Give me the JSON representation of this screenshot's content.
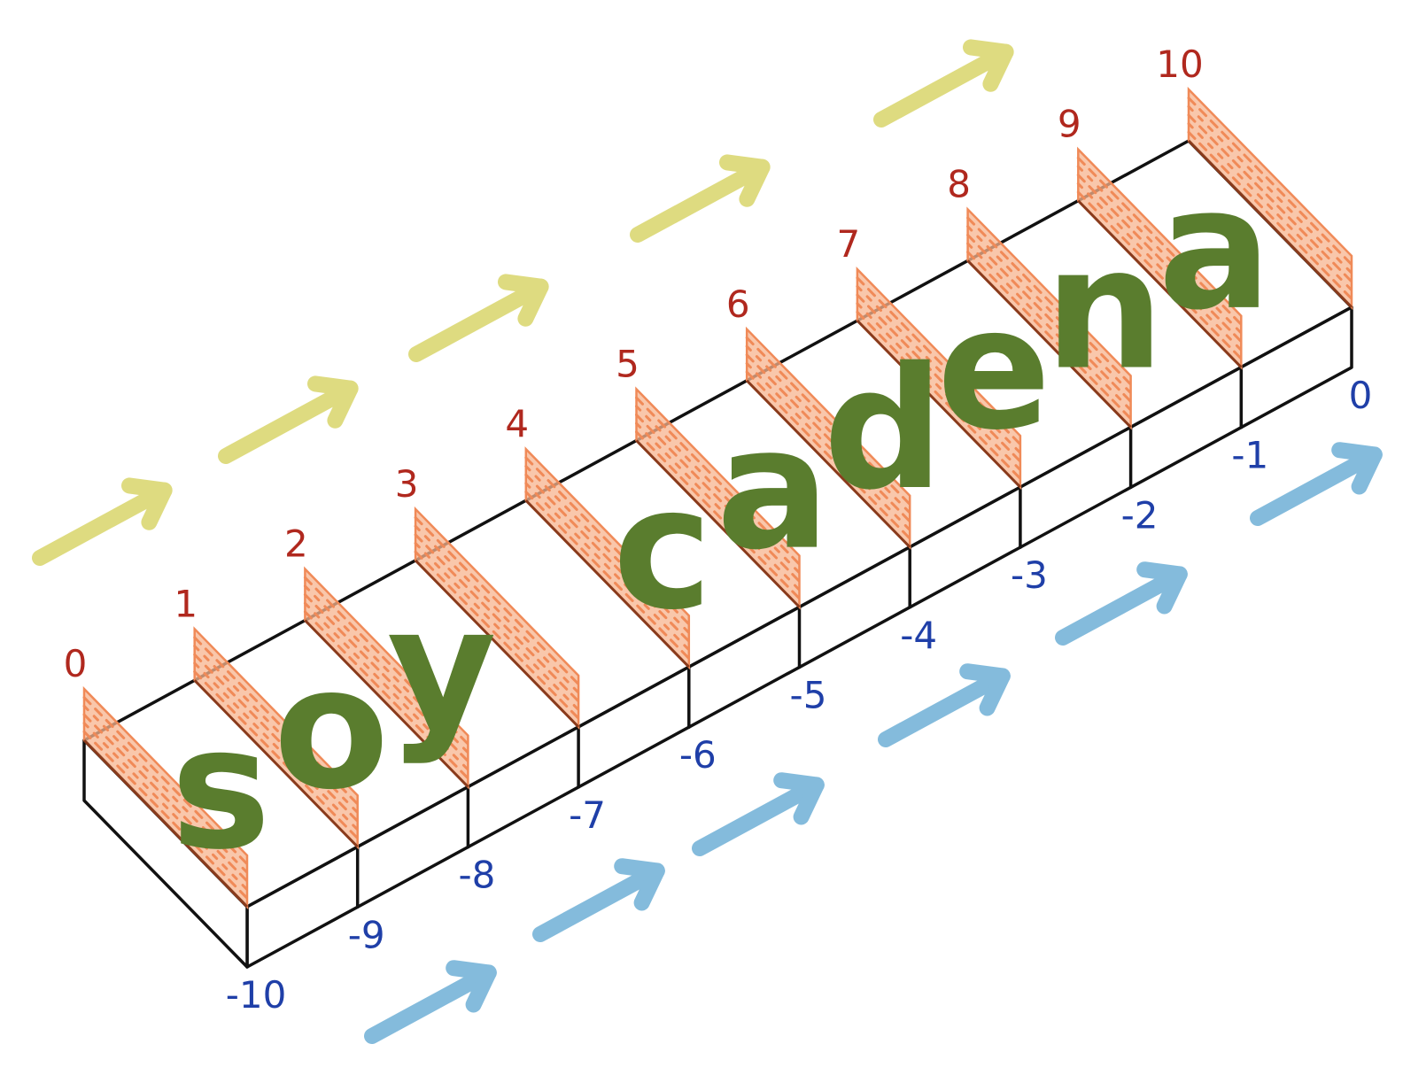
{
  "string_letters": [
    "s",
    "o",
    "y",
    "",
    "c",
    "a",
    "d",
    "e",
    "n",
    "a"
  ],
  "positive_indices": [
    "0",
    "1",
    "2",
    "3",
    "4",
    "5",
    "6",
    "7",
    "8",
    "9",
    "10"
  ],
  "negative_indices": [
    "-10",
    "-9",
    "-8",
    "-7",
    "-6",
    "-5",
    "-4",
    "-3",
    "-2",
    "-1",
    "0"
  ],
  "colors": {
    "outline": "#111111",
    "wall_fill": "#f7b48f",
    "wall_stroke": "#f08a58",
    "letter": "#5a7d2e",
    "positive_index": "#b0281e",
    "negative_index": "#1f3fa8",
    "arrow_forward": "#d9d56a",
    "arrow_backward": "#6fb0d6"
  },
  "icons": {
    "forward_arrows": "diagonal-arrow-up-right",
    "backward_arrows": "diagonal-arrow-up-right"
  }
}
